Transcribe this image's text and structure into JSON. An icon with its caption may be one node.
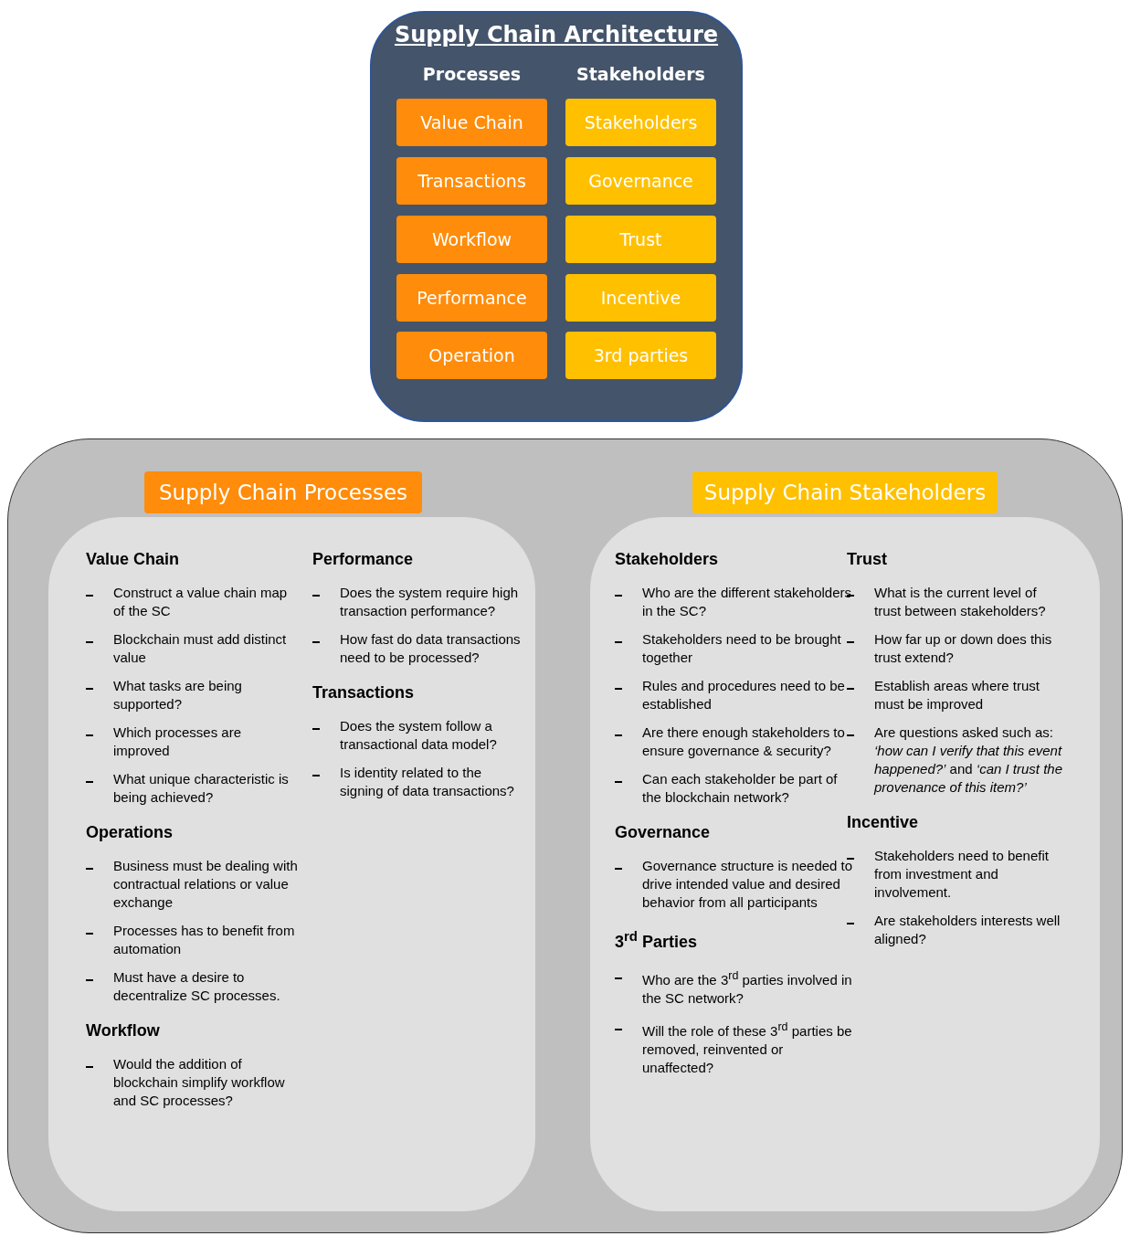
{
  "diagram": {
    "nodes": [
      {
        "text": [
          "Supply Chain Architecture",
          "Processes",
          "Stakeholders"
        ]
      },
      {
        "text": [
          "Value Chain"
        ],
        "in": 0
      },
      {
        "text": [
          "Transactions"
        ],
        "in": 0
      },
      {
        "text": [
          "Workflow"
        ],
        "in": 0
      },
      {
        "text": [
          "Performance"
        ],
        "in": 0
      },
      {
        "text": [
          "Operation"
        ],
        "in": 0
      },
      {
        "text": [
          "Stakeholders"
        ],
        "in": 0
      },
      {
        "text": [
          "Governance"
        ],
        "in": 0
      },
      {
        "text": [
          "Trust"
        ],
        "in": 0
      },
      {
        "text": [
          "Incentive"
        ],
        "in": 0
      },
      {
        "text": [
          "3rd parties"
        ],
        "in": 0
      },
      {
        "text": [],
        "shape": "box"
      },
      {
        "text": [
          "Supply Chain Processes"
        ],
        "in": 11
      },
      {
        "text": [
          "Value Chain",
          "Construct a value chain map of the SC",
          "Blockchain must add distinct value",
          "What tasks are being supported?",
          "Which processes are improved",
          "What unique characteristic is being achieved?",
          "Operations",
          "Business must be dealing with contractual relations or value exchange",
          "Processes has to benefit from automation",
          "Must have a desire to decentralize SC processes.",
          "Workflow",
          "Would the addition of blockchain simplify workflow and SC processes?",
          "Performance",
          "Does the system require high transaction performance?",
          "How fast do data transactions need to be processed?",
          "Transactions",
          "Does the system follow a transactional data model?",
          "Is identity related to the signing of data transactions?"
        ],
        "in": 11
      },
      {
        "text": [
          "Supply Chain Stakeholders"
        ],
        "in": 11
      },
      {
        "text": [
          "Stakeholders",
          "Who are the different stakeholders in the SC?",
          "Stakeholders need to be brought together",
          "Rules and procedures need to be established",
          "Are there enough stakeholders to ensure governance & security?",
          "Can each stakeholder be part of the blockchain network?",
          "Governance",
          "Governance structure is needed to drive intended value and desired behavior from all participants",
          "3$^{rd}$ Parties",
          "Who are the 3$^{rd}$ parties involved in the SC network?",
          "Will the role of these 3$^{rd}$ parties be removed, reinvented or unaffected?",
          "Trust",
          "What is the current level of trust between stakeholders?",
          "How far up or down does this trust extend?",
          "Establish areas where trust must be improved",
          "Are questions asked such as: *‘how can I verify that this event happened?’* and *‘can I trust the provenance of this item?’*",
          "Incentive",
          "Stakeholders need to benefit from investment and involvement.",
          "Are stakeholders interests well aligned?"
        ],
        "in": 11
      }
    ]
  }
}
